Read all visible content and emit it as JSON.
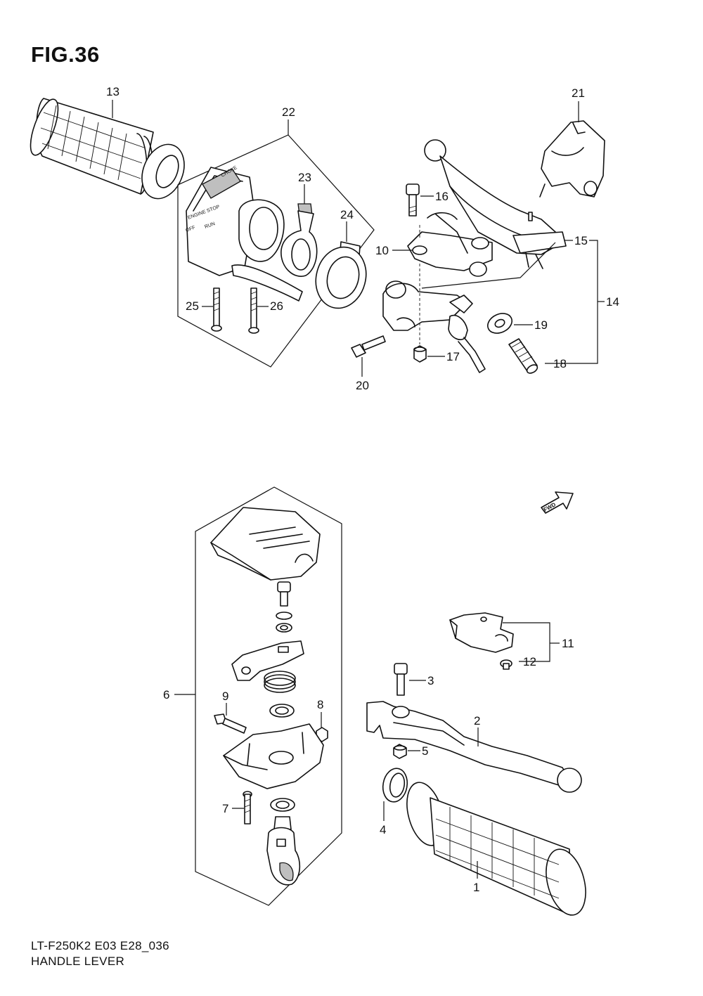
{
  "figure": {
    "title": "FIG.36",
    "model_code": "LT-F250K2 E03 E28_036",
    "caption": "HANDLE LEVER",
    "fwd_label": "FWD"
  },
  "callouts": {
    "c1": "1",
    "c2": "2",
    "c3": "3",
    "c4": "4",
    "c5": "5",
    "c6": "6",
    "c7": "7",
    "c8": "8",
    "c9": "9",
    "c10": "10",
    "c11": "11",
    "c12": "12",
    "c13": "13",
    "c14": "14",
    "c15": "15",
    "c16": "16",
    "c17": "17",
    "c18": "18",
    "c19": "19",
    "c20": "20",
    "c21": "21",
    "c22": "22",
    "c23": "23",
    "c24": "24",
    "c25": "25",
    "c26": "26"
  },
  "switch_markings": {
    "engine_stop": "ENGINE STOP",
    "off": "OFF",
    "run": "RUN",
    "choke": "CHOKE"
  }
}
